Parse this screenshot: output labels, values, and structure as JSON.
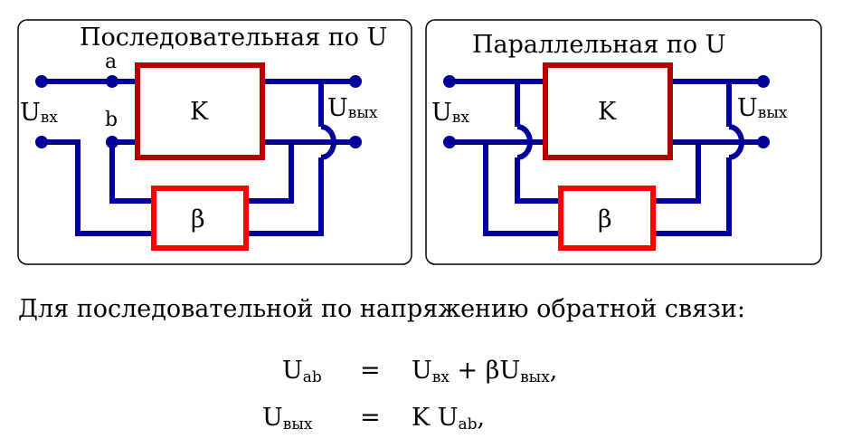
{
  "diagrams": [
    {
      "title": "Последовательная по U",
      "node_a": "a",
      "node_b": "b",
      "input_label": {
        "main": "U",
        "sub": "вх"
      },
      "output_label": {
        "main": "U",
        "sub": "вых"
      },
      "amplifier": "K",
      "feedback": "β"
    },
    {
      "title": "Параллельная по U",
      "input_label": {
        "main": "U",
        "sub": "вх"
      },
      "output_label": {
        "main": "U",
        "sub": "вых"
      },
      "amplifier": "K",
      "feedback": "β"
    }
  ],
  "colors": {
    "wire": "#000099",
    "amp_border": "#b30000",
    "fb_border": "#ff0000"
  },
  "caption": "Для последовательной по напряжению обратной связи:",
  "equations": [
    {
      "lhs_main": "U",
      "lhs_sub": "ab",
      "eq": "=",
      "rhs": "U",
      "rhs_sub": "вх",
      "rhs_mid": " + βU",
      "rhs_sub2": "вых",
      "rhs_end": ","
    },
    {
      "lhs_main": "U",
      "lhs_sub": "вых",
      "eq": "=",
      "rhs": "K U",
      "rhs_sub": "ab",
      "rhs_mid": "",
      "rhs_sub2": "",
      "rhs_end": ","
    }
  ]
}
